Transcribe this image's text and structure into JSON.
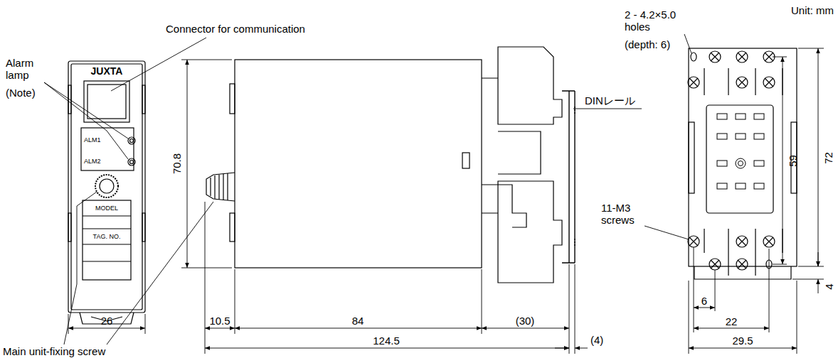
{
  "diagram": {
    "labels": [
      "Unit: mm",
      "Connector for communication",
      "Alarm lamp",
      "(Note)",
      "JUXTA",
      "ALM1",
      "ALM2",
      "MODEL",
      "TAG. NO.",
      "70.8",
      "26",
      "10.5",
      "84",
      "(30)",
      "124.5",
      "(4)",
      "Main unit-fixing screw",
      "2 - 4.2×5.0 holes",
      "(depth: 6)",
      "DINレール",
      "11-M3 screws",
      "59",
      "72",
      "4",
      "6",
      "22",
      "29.5"
    ]
  }
}
